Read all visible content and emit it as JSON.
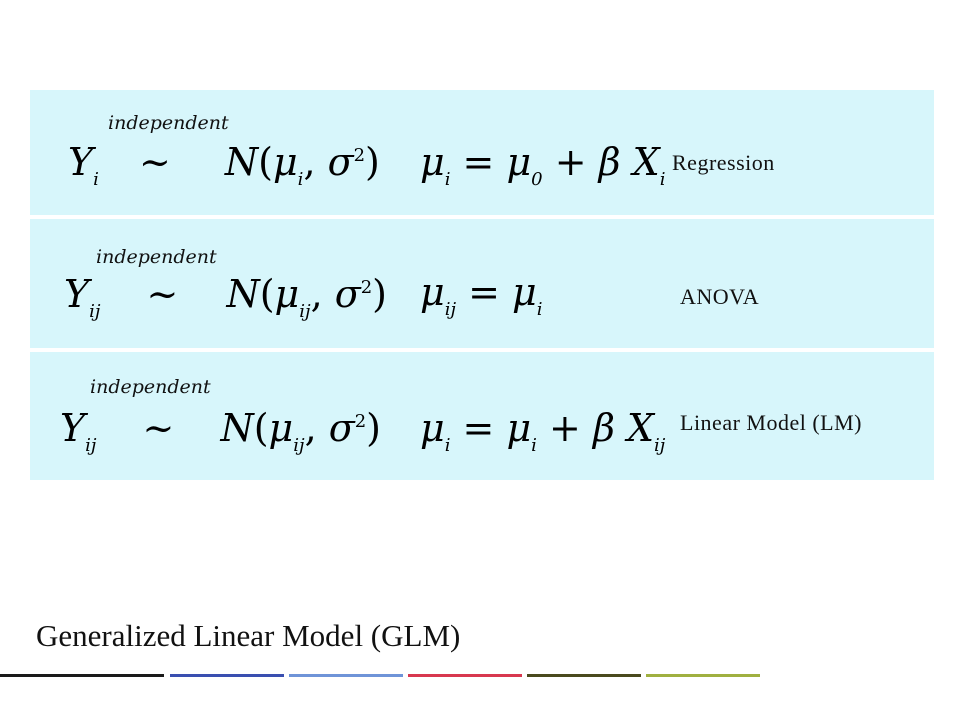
{
  "title": "Generalized Linear Model (GLM)",
  "rows": [
    {
      "independent": "independent",
      "distribution": "Y_i ~ N(μ_i, σ^2)",
      "mean_structure": "μ_i = μ_0 + β X_i",
      "label": "Regression"
    },
    {
      "independent": "independent",
      "distribution": "Y_ij ~ N(μ_ij, σ^2)",
      "mean_structure": "μ_ij = μ_i",
      "label": "ANOVA"
    },
    {
      "independent": "independent",
      "distribution": "Y_ij ~ N(μ_ij, σ^2)",
      "mean_structure": "μ_i = μ_i + β X_ij",
      "label": "Linear Model (LM)"
    }
  ],
  "colors": {
    "panel_background": "#d7f6fb",
    "footer_bar_segments": [
      "#1a1a1a",
      "#3a4fb0",
      "#6f94d8",
      "#d8384f",
      "#4a4a1e",
      "#a0b040"
    ]
  }
}
